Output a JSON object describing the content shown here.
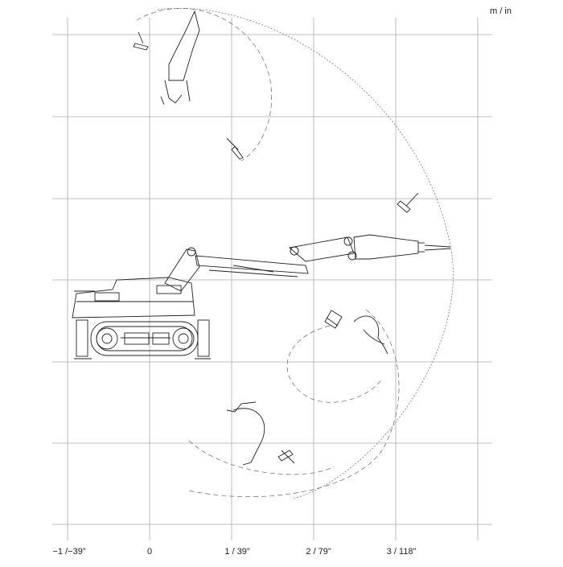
{
  "units": "m / in",
  "x_ticks": [
    "−1 /−39”",
    "0",
    "1 /  39”",
    "2  /  79”",
    "3  /  118”"
  ],
  "colors": {
    "line": "#222222",
    "grid": "#aaaaaa",
    "dash": "#666666"
  }
}
